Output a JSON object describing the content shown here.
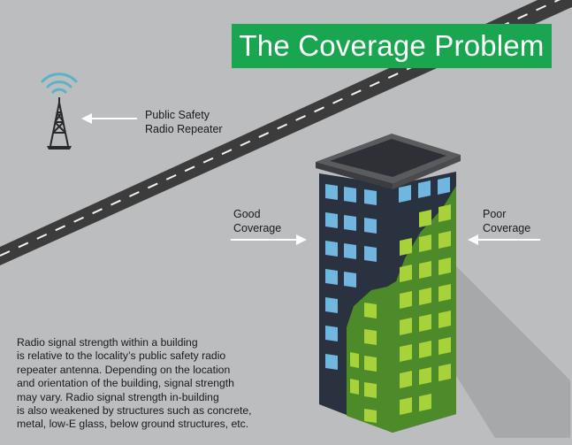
{
  "title": "The Coverage Problem",
  "labels": {
    "repeater_line1": "Public Safety",
    "repeater_line2": "Radio Repeater",
    "good_line1": "Good",
    "good_line2": "Coverage",
    "poor_line1": "Poor",
    "poor_line2": "Coverage"
  },
  "caption_lines": [
    "Radio signal strength within a building",
    "is relative to the locality’s public safety radio",
    "repeater antenna. Depending on the location",
    "and orientation of the building, signal strength",
    "may vary. Radio signal strength in-building",
    "is also weakened by structures such as concrete,",
    "metal, low-E glass, below ground structures, etc."
  ],
  "icons": [
    "radio-tower-icon",
    "signal-waves-icon"
  ],
  "colors": {
    "background": "#bcbdbf",
    "road": "#3c3c3d",
    "road_dash": "#f2f2f2",
    "title_bg": "#1aa650",
    "title_text": "#ffffff",
    "building_dark": "#2a3240",
    "window_blue": "#6fb6e0",
    "coverage_green": "#4d8a2a",
    "window_green": "#a8d23a",
    "roof": "#5a5b5d",
    "arrow": "#ffffff",
    "text": "#1a1a1a",
    "tower_waves": "#5ab3c9"
  }
}
